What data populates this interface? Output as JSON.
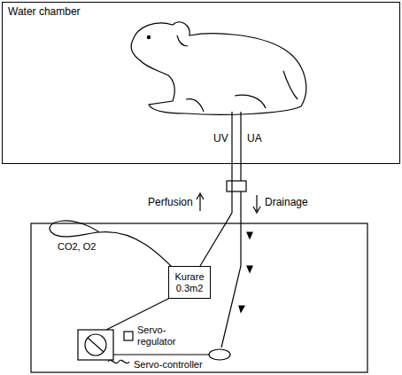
{
  "diagram": {
    "nodes": [
      {
        "text": [
          "Water chamber"
        ]
      },
      {
        "text": [
          "Kurare 0.3m2"
        ]
      }
    ],
    "edges": [
      {
        "from": 1,
        "to": 0,
        "arrow": "none"
      }
    ],
    "labels": [
      "UV",
      "UA",
      "Perfusion",
      "Drainage",
      "CO2, O2",
      "Servo-regulator",
      "Servo-controller"
    ]
  }
}
